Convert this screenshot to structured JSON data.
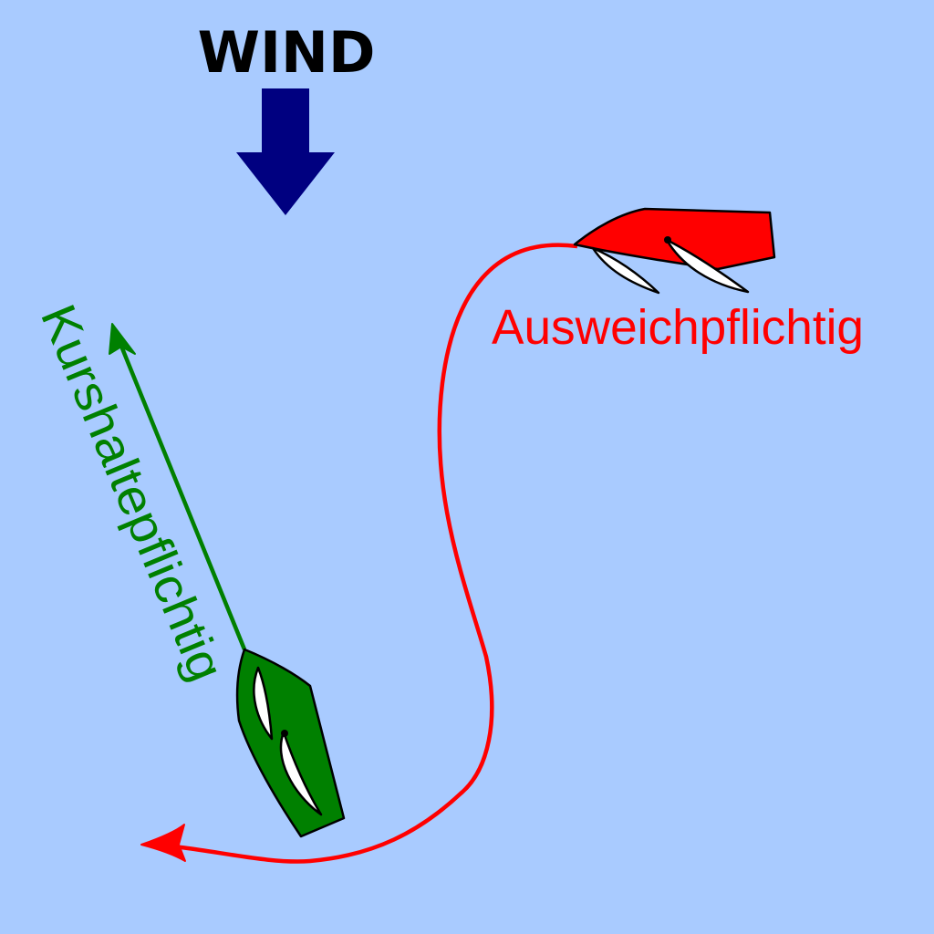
{
  "wind": {
    "label": "WIND",
    "color": "#000080"
  },
  "red_boat": {
    "label": "Ausweichpflichtig",
    "color": "#ff0000"
  },
  "green_boat": {
    "label": "Kurshaltepflichtig",
    "color": "#008000"
  },
  "colors": {
    "water": "#a9cbff",
    "sail": "#ffffff",
    "outline": "#000000"
  }
}
